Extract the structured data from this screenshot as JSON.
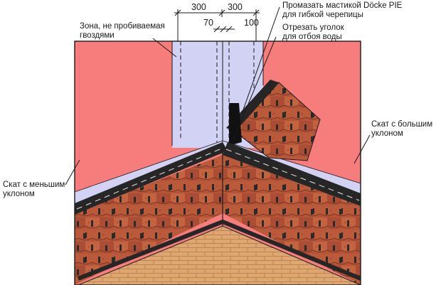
{
  "dimensions": {
    "top_left": "300",
    "top_right": "300",
    "bottom_left": "70",
    "bottom_right": "100"
  },
  "labels": {
    "nail_free_zone": [
      "Зона, не пробиваемая",
      "гвоздями"
    ],
    "mastic": [
      "Промазать мастикой Döcke PIE",
      "для гибкой черепицы"
    ],
    "cut_corner": [
      "Отрезать уголок",
      "для отбоя воды"
    ],
    "steep_slope": [
      "Скат с большим",
      "уклоном"
    ],
    "shallow_slope": [
      "Скат с меньшим",
      "уклоном"
    ]
  },
  "colors": {
    "roof_underlay": "#f77d7d",
    "valley_strip": "#d2d2f4",
    "shingle": "#b4553a",
    "shingle_shadow": "#2a2a2a",
    "eave_strip": "#262626",
    "brick": "#dfa76f",
    "brick_mortar": "#b9845a",
    "outline": "#1a1a1a"
  }
}
